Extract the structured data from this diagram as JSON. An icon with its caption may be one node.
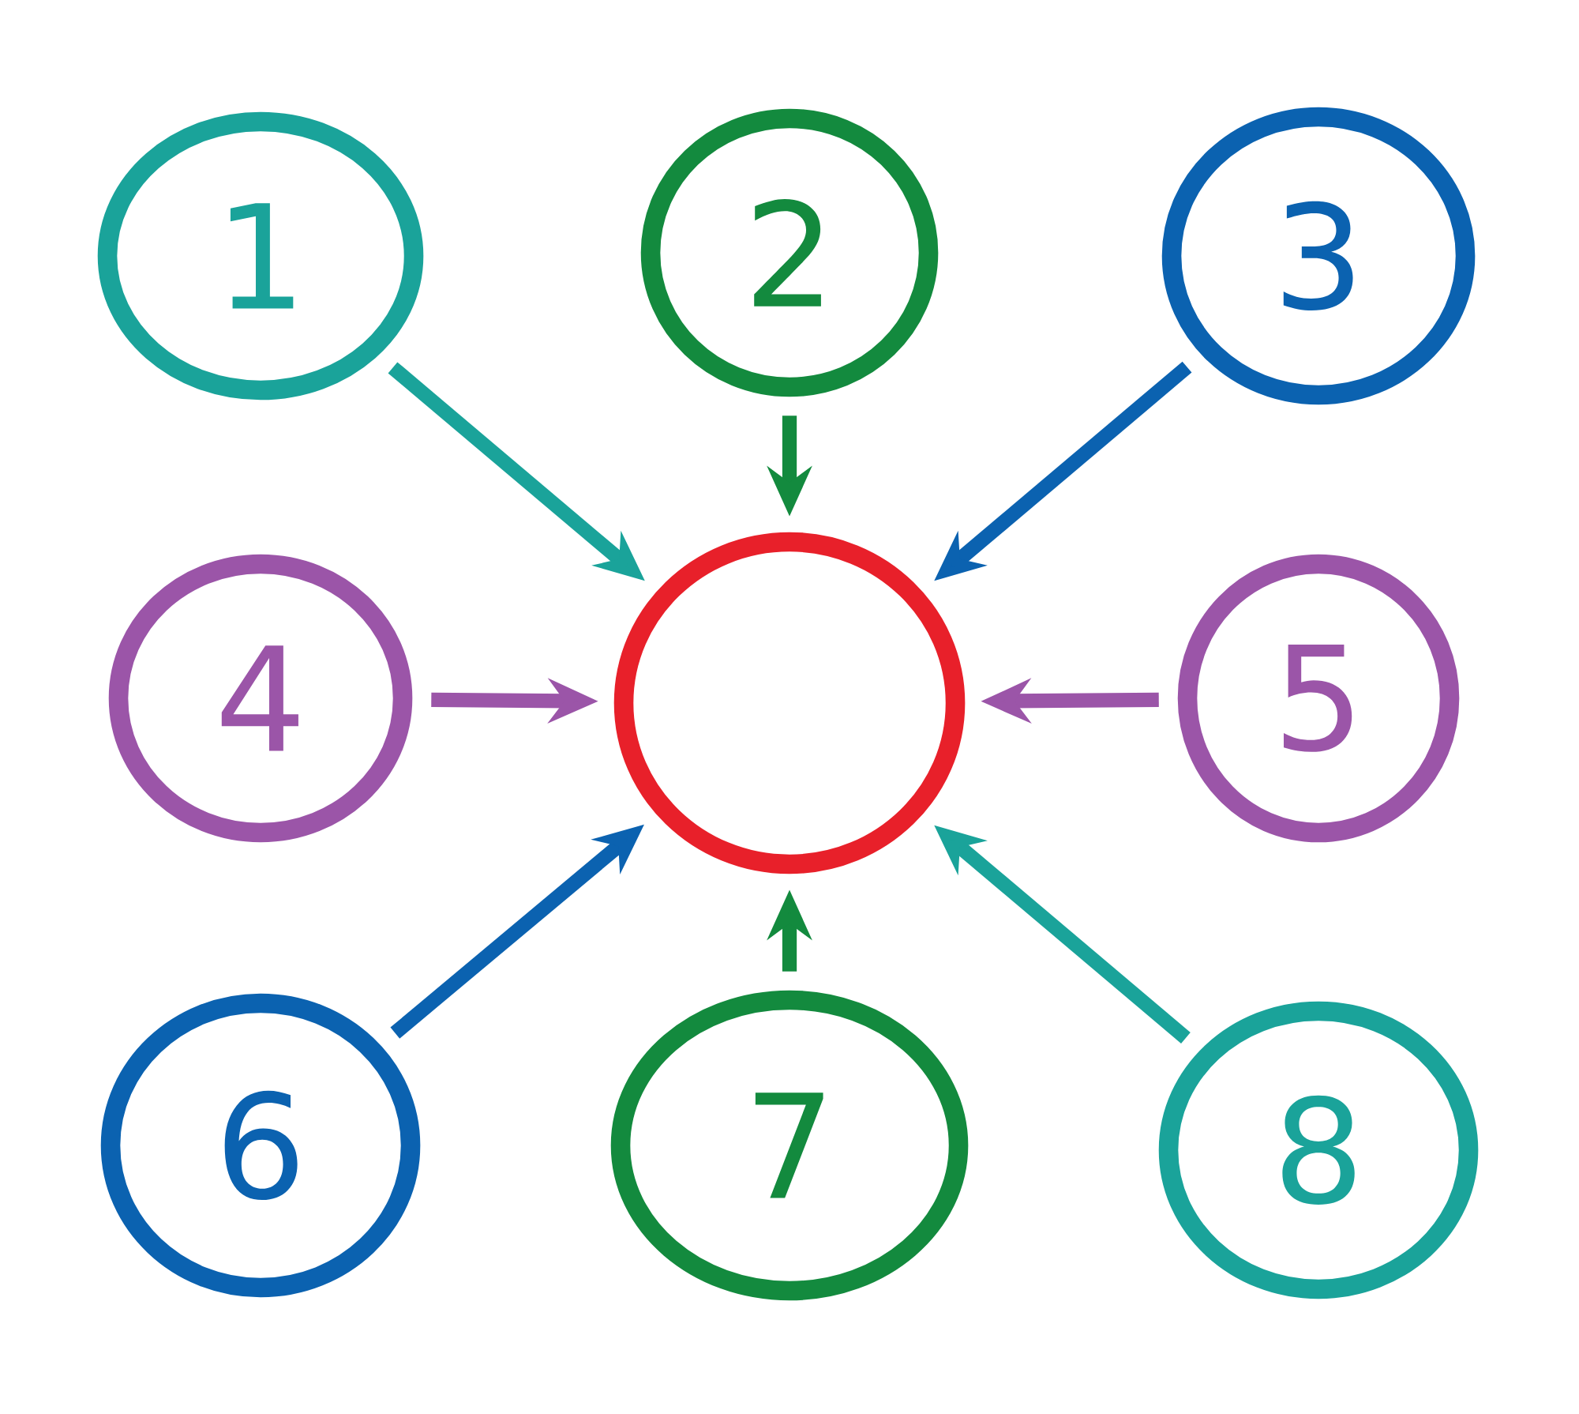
{
  "diagram": {
    "nodes": [
      {
        "text": [
          "1"
        ]
      },
      {
        "text": [
          "2"
        ]
      },
      {
        "text": [
          "3"
        ]
      },
      {
        "text": [
          "4"
        ]
      },
      {
        "text": [],
        "shape": "circle"
      },
      {
        "text": [
          "5"
        ]
      },
      {
        "text": [
          "6"
        ]
      },
      {
        "text": [
          "7"
        ]
      },
      {
        "text": [
          "8"
        ]
      }
    ],
    "edges": [
      {
        "from": 0,
        "to": 4,
        "arrow": "to",
        "color": "#1aa39a"
      },
      {
        "from": 1,
        "to": 4,
        "arrow": "to",
        "color": "#138a3e"
      },
      {
        "from": 2,
        "to": 4,
        "arrow": "to",
        "color": "#0b62b0"
      },
      {
        "from": 3,
        "to": 4,
        "arrow": "to",
        "color": "#9b55a8"
      },
      {
        "from": 5,
        "to": 4,
        "arrow": "to",
        "color": "#9b55a8"
      },
      {
        "from": 6,
        "to": 4,
        "arrow": "to",
        "color": "#0b62b0"
      },
      {
        "from": 7,
        "to": 4,
        "arrow": "to",
        "color": "#138a3e"
      },
      {
        "from": 8,
        "to": 4,
        "arrow": "to",
        "color": "#1aa39a"
      }
    ]
  }
}
